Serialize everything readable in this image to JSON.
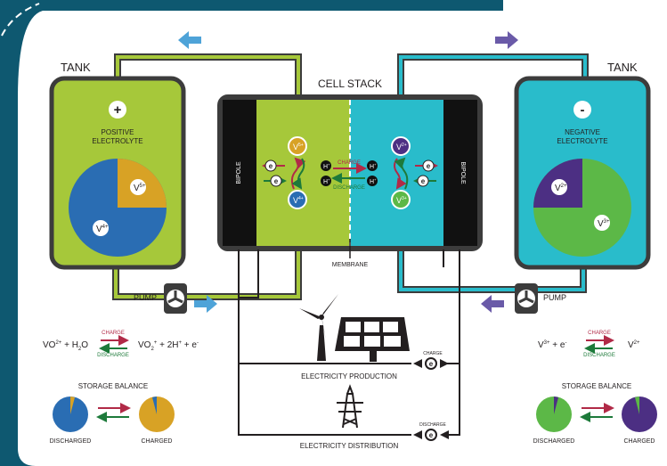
{
  "titles": {
    "tank_left": "TANK",
    "tank_right": "TANK",
    "cell_stack": "CELL STACK",
    "membrane": "MEMBRANE",
    "bipole_left": "BIPOLE",
    "bipole_right": "BIPOLE"
  },
  "left_tank": {
    "sign": "+",
    "label_line1": "POSITIVE",
    "label_line2": "ELECTROLYTE",
    "pie_v5": "V",
    "pie_v5_sup": "5+",
    "pie_v4": "V",
    "pie_v4_sup": "4+"
  },
  "right_tank": {
    "sign": "-",
    "label_line1": "NEGATIVE",
    "label_line2": "ELECTROLYTE",
    "pie_v2": "V",
    "pie_v2_sup": "2+",
    "pie_v3": "V",
    "pie_v3_sup": "3+"
  },
  "cell": {
    "charge": "CHARGE",
    "discharge": "DISCHARGE",
    "electron": "e",
    "proton": "H",
    "proton_sup": "+"
  },
  "pumps": {
    "left": "PUMP",
    "right": "PUMP"
  },
  "left_equation": {
    "charge": "CHARGE",
    "discharge": "DISCHARGE"
  },
  "right_equation": {
    "charge": "CHARGE",
    "discharge": "DISCHARGE"
  },
  "storage": {
    "left_title": "STORAGE BALANCE",
    "right_title": "STORAGE BALANCE",
    "discharged": "DISCHARGED",
    "charged": "CHARGED"
  },
  "electricity": {
    "production": "ELECTRICITY PRODUCTION",
    "distribution": "ELECTRICITY DISTRIBUTION",
    "charge": "CHARGE",
    "discharge": "DISCHARGE"
  },
  "colors": {
    "green": "#a6c83a",
    "teal": "#29bccb",
    "navy": "#0e5870",
    "pie_blue": "#2a6db3",
    "pie_gold": "#d8a225",
    "pie_purple": "#4c2f83",
    "pie_green": "#5cb847",
    "arrow_red": "#b12a47",
    "arrow_green": "#1d7a3a",
    "arrow_blue": "#4ea3d8",
    "arrow_purple": "#6a5aa8"
  }
}
